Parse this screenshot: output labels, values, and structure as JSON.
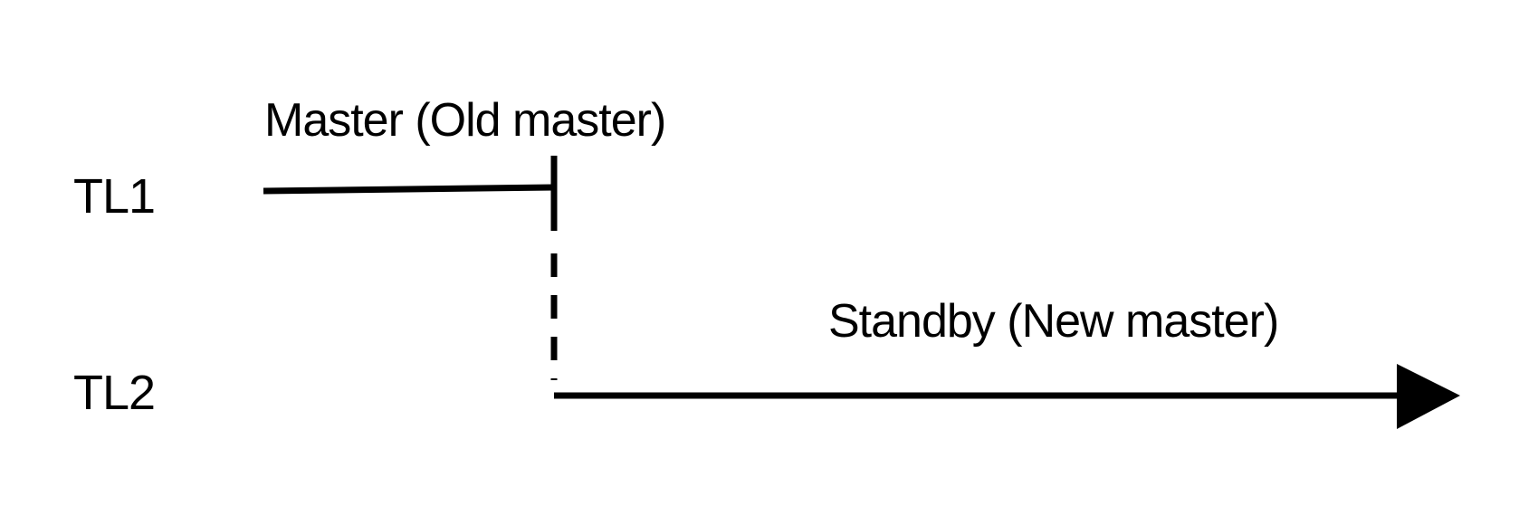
{
  "timelines": [
    {
      "id": "TL1",
      "label": "TL1"
    },
    {
      "id": "TL2",
      "label": "TL2"
    }
  ],
  "segments": {
    "old_master": {
      "caption": "Master (Old master)",
      "timeline": "TL1",
      "ends": true
    },
    "new_master": {
      "caption": "Standby (New master)",
      "timeline": "TL2",
      "continues": true
    }
  },
  "colors": {
    "ink": "#000000",
    "background": "#ffffff"
  }
}
